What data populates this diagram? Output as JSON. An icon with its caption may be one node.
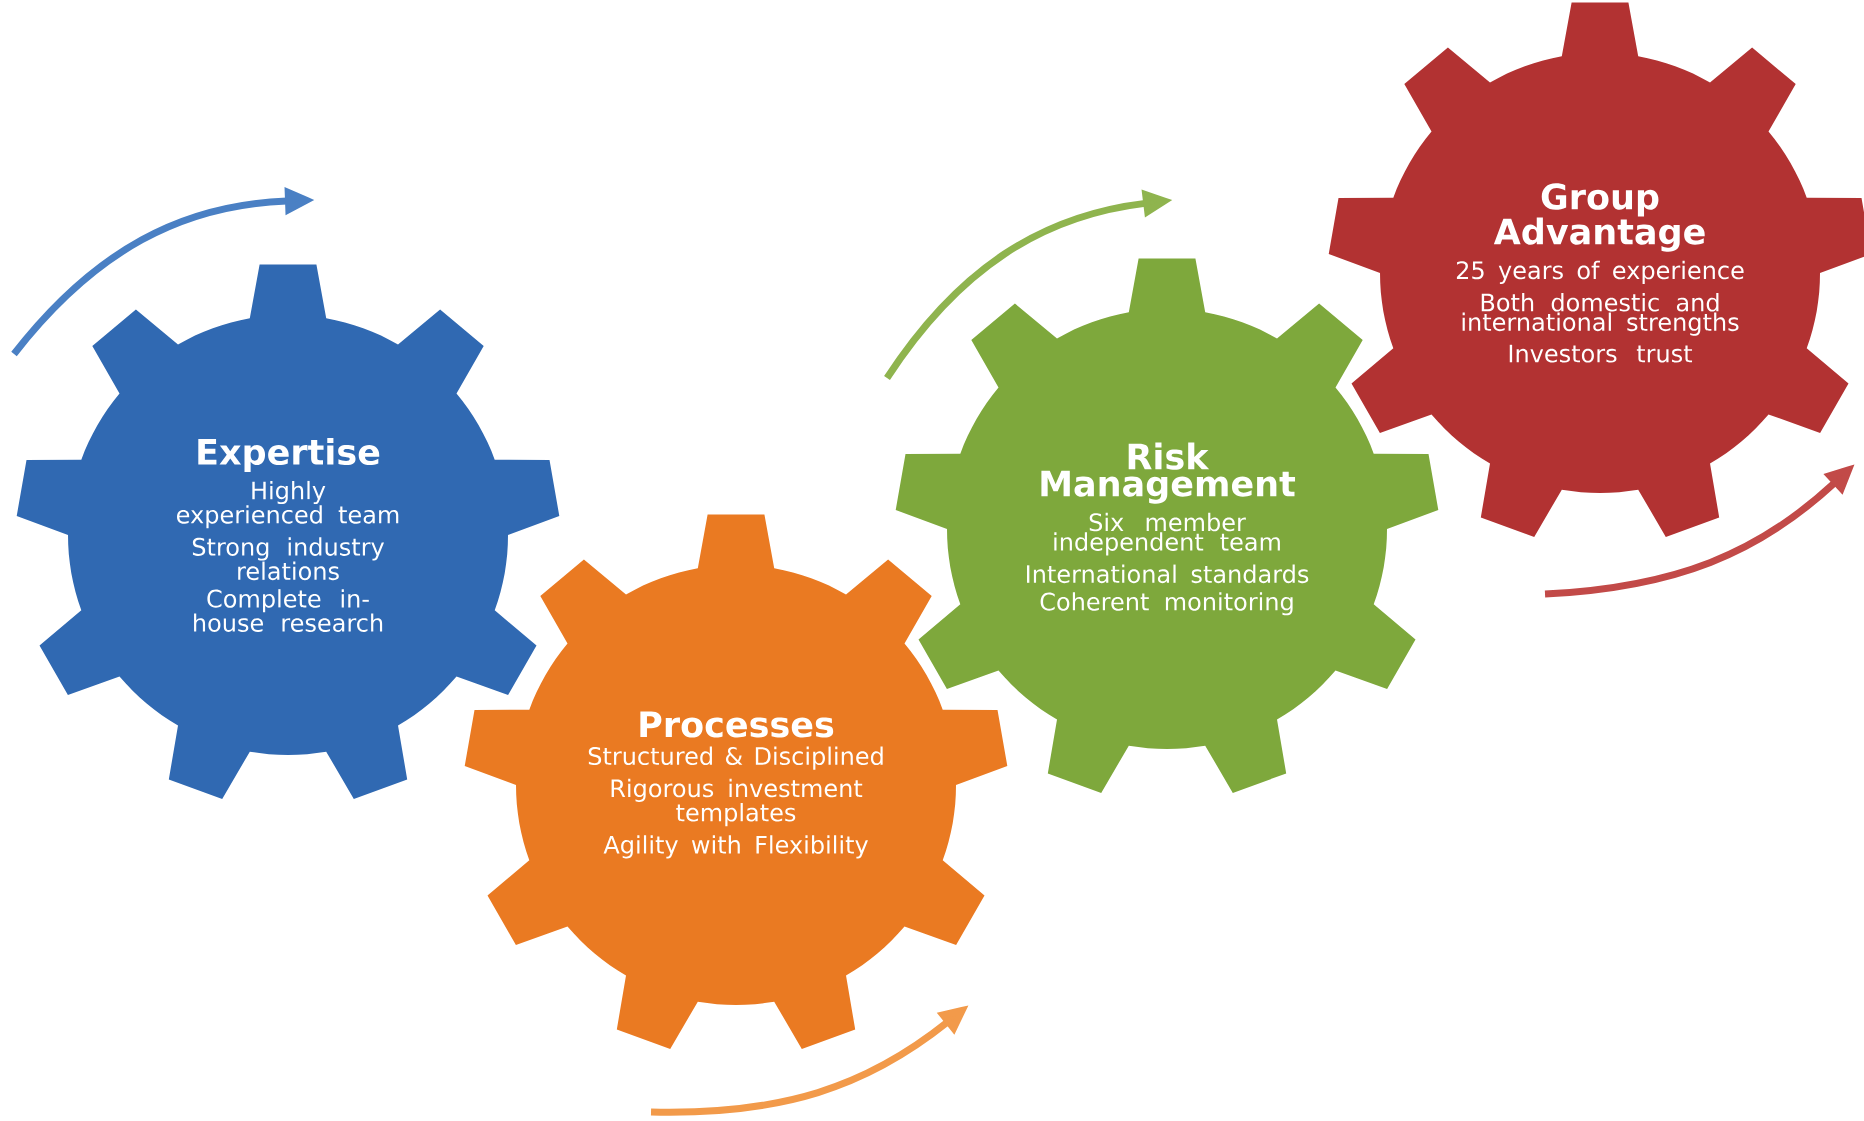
{
  "diagram": {
    "nodes": [
      {
        "text": [
          "Expertise",
          "Highly experienced team",
          "Strong industry relations",
          "Complete in-house research"
        ]
      },
      {
        "text": [
          "Processes",
          "Structured & Disciplined",
          "Rigorous investment templates",
          "Agility with Flexibility"
        ]
      },
      {
        "text": [
          "Risk Management",
          "Six member independent team",
          "International standards",
          "Coherent monitoring"
        ]
      },
      {
        "text": [
          "Group Advantage",
          "25 years of experience",
          "Both domestic and international strengths",
          "Investors trust"
        ]
      }
    ]
  }
}
